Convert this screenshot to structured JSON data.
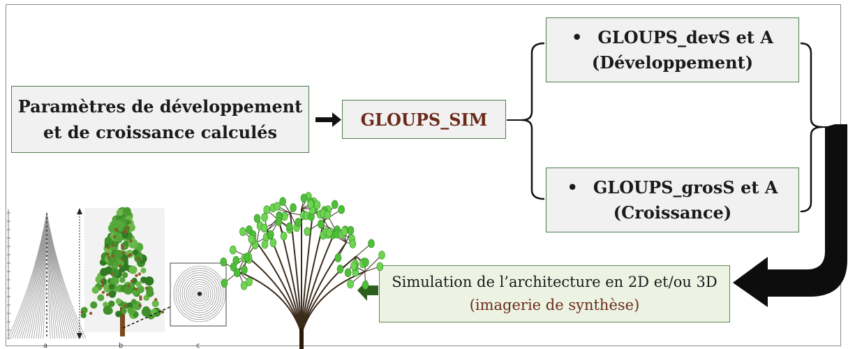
{
  "params": {
    "line1": "Paramètres de développement",
    "line2": "et de croissance calculés"
  },
  "sim": {
    "label": "GLOUPS_SIM"
  },
  "dev": {
    "bullet": "•",
    "line1": "GLOUPS_devS et A",
    "line2": "(Développement)"
  },
  "gros": {
    "bullet": "•",
    "line1": "GLOUPS_grosS et A",
    "line2": "(Croissance)"
  },
  "simulation": {
    "line1": "Simulation de l’architecture en 2D et/ou 3D",
    "line2": "(imagerie de synthèse)"
  },
  "figure_labels": {
    "a": "a",
    "b": "b",
    "c": "c"
  },
  "colors": {
    "box_border": "#4f7a4f",
    "box_fill": "#f1f1f1",
    "sim_text": "#6b2a1a",
    "sim_box_fill": "#ecf3e3",
    "arrow_green": "#2e5e1e",
    "foliage": "#4fbf3a"
  }
}
